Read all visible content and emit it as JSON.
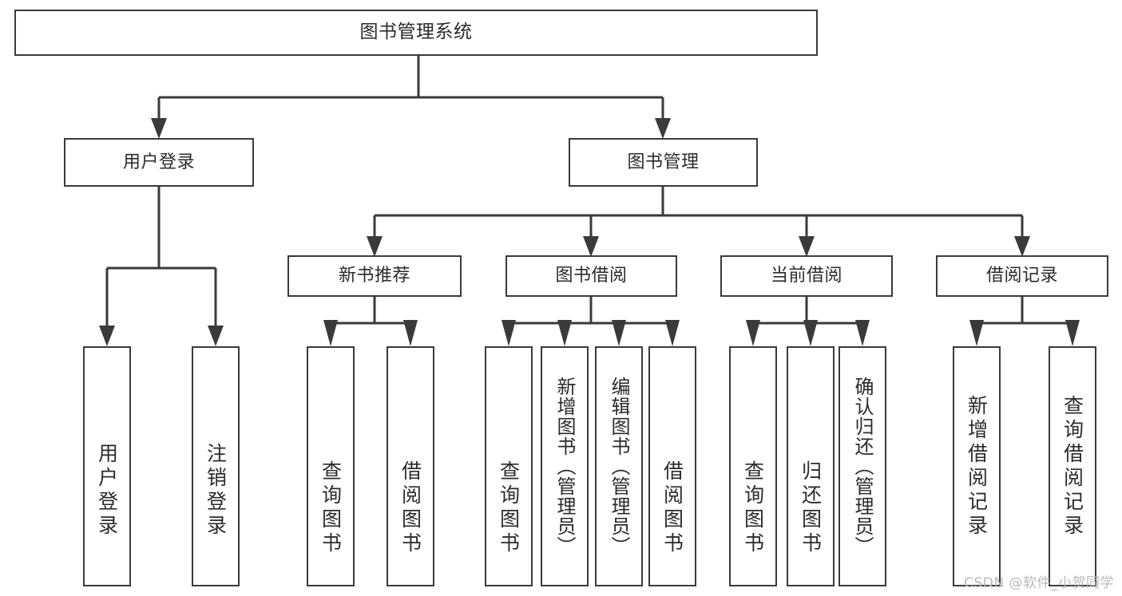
{
  "diagram": {
    "title_node": {
      "label": "图书管理系统"
    },
    "level2": [
      {
        "label": "用户登录"
      },
      {
        "label": "图书管理"
      }
    ],
    "level3": [
      {
        "label": "新书推荐"
      },
      {
        "label": "图书借阅"
      },
      {
        "label": "当前借阅"
      },
      {
        "label": "借阅记录"
      }
    ],
    "leaves": {
      "user_login": [
        {
          "label": "用户登录"
        },
        {
          "label": "注销登录"
        }
      ],
      "new_book_recommend": [
        {
          "label": "查询图书"
        },
        {
          "label": "借阅图书"
        }
      ],
      "book_borrow": [
        {
          "label": "查询图书"
        },
        {
          "label": "新增图书（管理员）"
        },
        {
          "label": "编辑图书（管理员）"
        },
        {
          "label": "借阅图书"
        }
      ],
      "current_borrow": [
        {
          "label": "查询图书"
        },
        {
          "label": "归还图书"
        },
        {
          "label": "确认归还（管理员）"
        }
      ],
      "borrow_record": [
        {
          "label": "新增借阅记录"
        },
        {
          "label": "查询借阅记录"
        }
      ]
    }
  },
  "watermark": {
    "text": "CSDN @软件_小贺同学"
  },
  "colors": {
    "stroke": "#3a3a3a",
    "text": "#2b2b2b",
    "background": "#ffffff",
    "watermark": "#b9b9b9"
  }
}
